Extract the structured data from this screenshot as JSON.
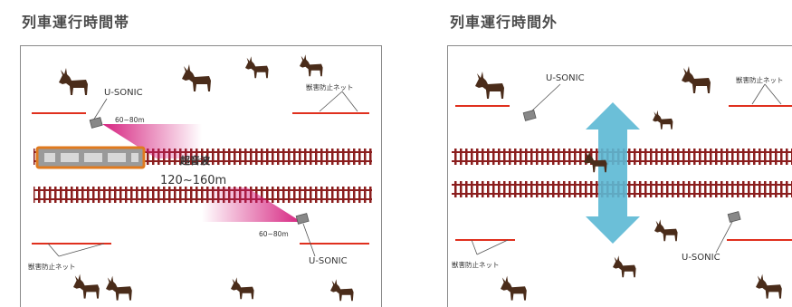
{
  "left": {
    "title": "列車運行時間帯",
    "usonic_top": "U-SONIC",
    "usonic_bottom": "U-SONIC",
    "range_top": "60~80m",
    "range_bottom": "60~80m",
    "ultrasonic_label": "超音波",
    "ultrasonic_range": "120~160m",
    "net_top": "獣害防止ネット",
    "net_bottom": "獣害防止ネット"
  },
  "right": {
    "title": "列車運行時間外",
    "usonic_top": "U-SONIC",
    "usonic_bottom": "U-SONIC",
    "net_top": "獣害防止ネット",
    "net_bottom": "獣害防止ネット"
  },
  "colors": {
    "rail": "#8b1e1e",
    "net": "#e0301e",
    "beam": "#d4197a",
    "arrow": "#5bb8d4",
    "deer": "#4a2c1a",
    "train_frame": "#e07a1e"
  }
}
